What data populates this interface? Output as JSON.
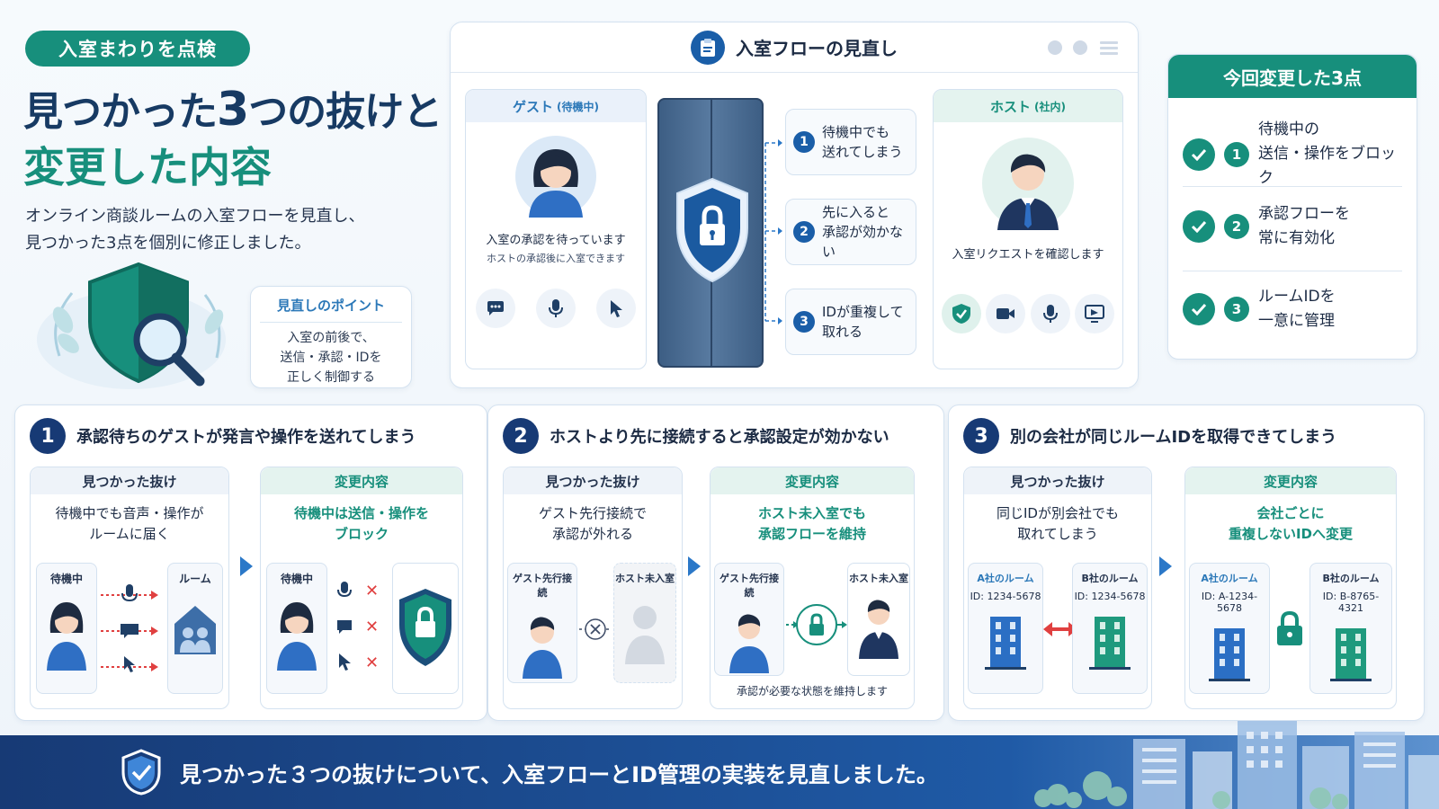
{
  "header": {
    "tag": "入室まわりを点検",
    "title_a": "見つかった",
    "title_num": "3",
    "title_b": "つの抜けと",
    "title_line2": "変更した内容",
    "description_line1": "オンライン商談ルームの入室フローを見直し、",
    "description_line2": "見つかった3点を個別に修正しました。"
  },
  "point_box": {
    "heading": "見直しのポイント",
    "line1": "入室の前後で、",
    "line2": "送信・承認・IDを",
    "line3": "正しく制御する"
  },
  "flow": {
    "title": "入室フローの見直し",
    "guest_panel": {
      "title": "ゲスト",
      "badge": "(待機中)",
      "status": "入室の承認を待っています",
      "note": "ホストの承認後に入室できます"
    },
    "host_panel": {
      "title": "ホスト",
      "badge": "(社内)",
      "status": "入室リクエストを確認します"
    },
    "issues": [
      {
        "num": "1",
        "line1": "待機中でも",
        "line2": "送れてしまう"
      },
      {
        "num": "2",
        "line1": "先に入ると",
        "line2": "承認が効かない"
      },
      {
        "num": "3",
        "line1": "IDが重複して",
        "line2": "取れる"
      }
    ]
  },
  "changes": {
    "title": "今回変更した3点",
    "items": [
      {
        "num": "1",
        "line1": "待機中の",
        "line2": "送信・操作をブロック"
      },
      {
        "num": "2",
        "line1": "承認フローを",
        "line2": "常に有効化"
      },
      {
        "num": "3",
        "line1": "ルームIDを",
        "line2": "一意に管理"
      }
    ]
  },
  "sections": [
    {
      "num": "1",
      "title": "承認待ちのゲストが発言や操作を送れてしまう",
      "found_label": "見つかった抜け",
      "found_line1": "待機中でも音声・操作が",
      "found_line2": "ルームに届く",
      "change_label": "変更内容",
      "change_line1": "待機中は送信・操作を",
      "change_line2": "ブロック",
      "mini_waiting": "待機中",
      "mini_room": "ルーム",
      "mini_waiting2": "待機中"
    },
    {
      "num": "2",
      "title": "ホストより先に接続すると承認設定が効かない",
      "found_label": "見つかった抜け",
      "found_line1": "ゲスト先行接続で",
      "found_line2": "承認が外れる",
      "change_label": "変更内容",
      "change_line1": "ホスト未入室でも",
      "change_line2": "承認フローを維持",
      "mini_guest_first": "ゲスト先行接続",
      "mini_host_absent": "ホスト未入室",
      "mini_guest_first2": "ゲスト先行接続",
      "mini_host_absent2": "ホスト未入室",
      "footnote": "承認が必要な状態を維持します"
    },
    {
      "num": "3",
      "title": "別の会社が同じルームIDを取得できてしまう",
      "found_label": "見つかった抜け",
      "found_line1": "同じIDが別会社でも",
      "found_line2": "取れてしまう",
      "change_label": "変更内容",
      "change_line1": "会社ごとに",
      "change_line2": "重複しないIDへ変更",
      "room_a": "A社のルーム",
      "room_b": "B社のルーム",
      "id_a_old": "ID: 1234-5678",
      "id_b_old": "ID: 1234-5678",
      "room_a2": "A社のルーム",
      "room_b2": "B社のルーム",
      "id_a_new": "ID: A-1234-5678",
      "id_b_new": "ID: B-8765-4321"
    }
  ],
  "banner": {
    "text": "見つかった３つの抜けについて、入室フローとID管理の実装を見直しました。"
  },
  "colors": {
    "navy": "#173a75",
    "teal": "#178f7c",
    "blue": "#2b78c8",
    "alert": "#e04040"
  }
}
